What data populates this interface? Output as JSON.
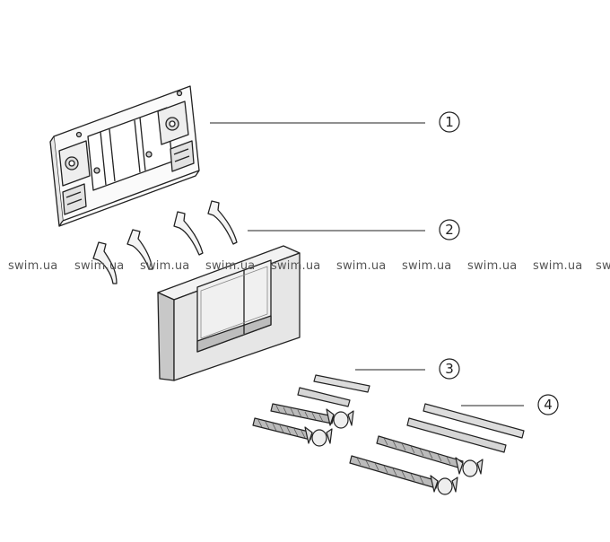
{
  "callouts": [
    {
      "label": "1"
    },
    {
      "label": "2"
    },
    {
      "label": "3"
    },
    {
      "label": "4"
    }
  ],
  "watermark": {
    "text": "swim.ua",
    "partial": "sw"
  },
  "colors": {
    "line": "#222222",
    "panel_front": "#e6e6e6",
    "panel_side": "#c8c8c8",
    "watermark": "#555555"
  }
}
